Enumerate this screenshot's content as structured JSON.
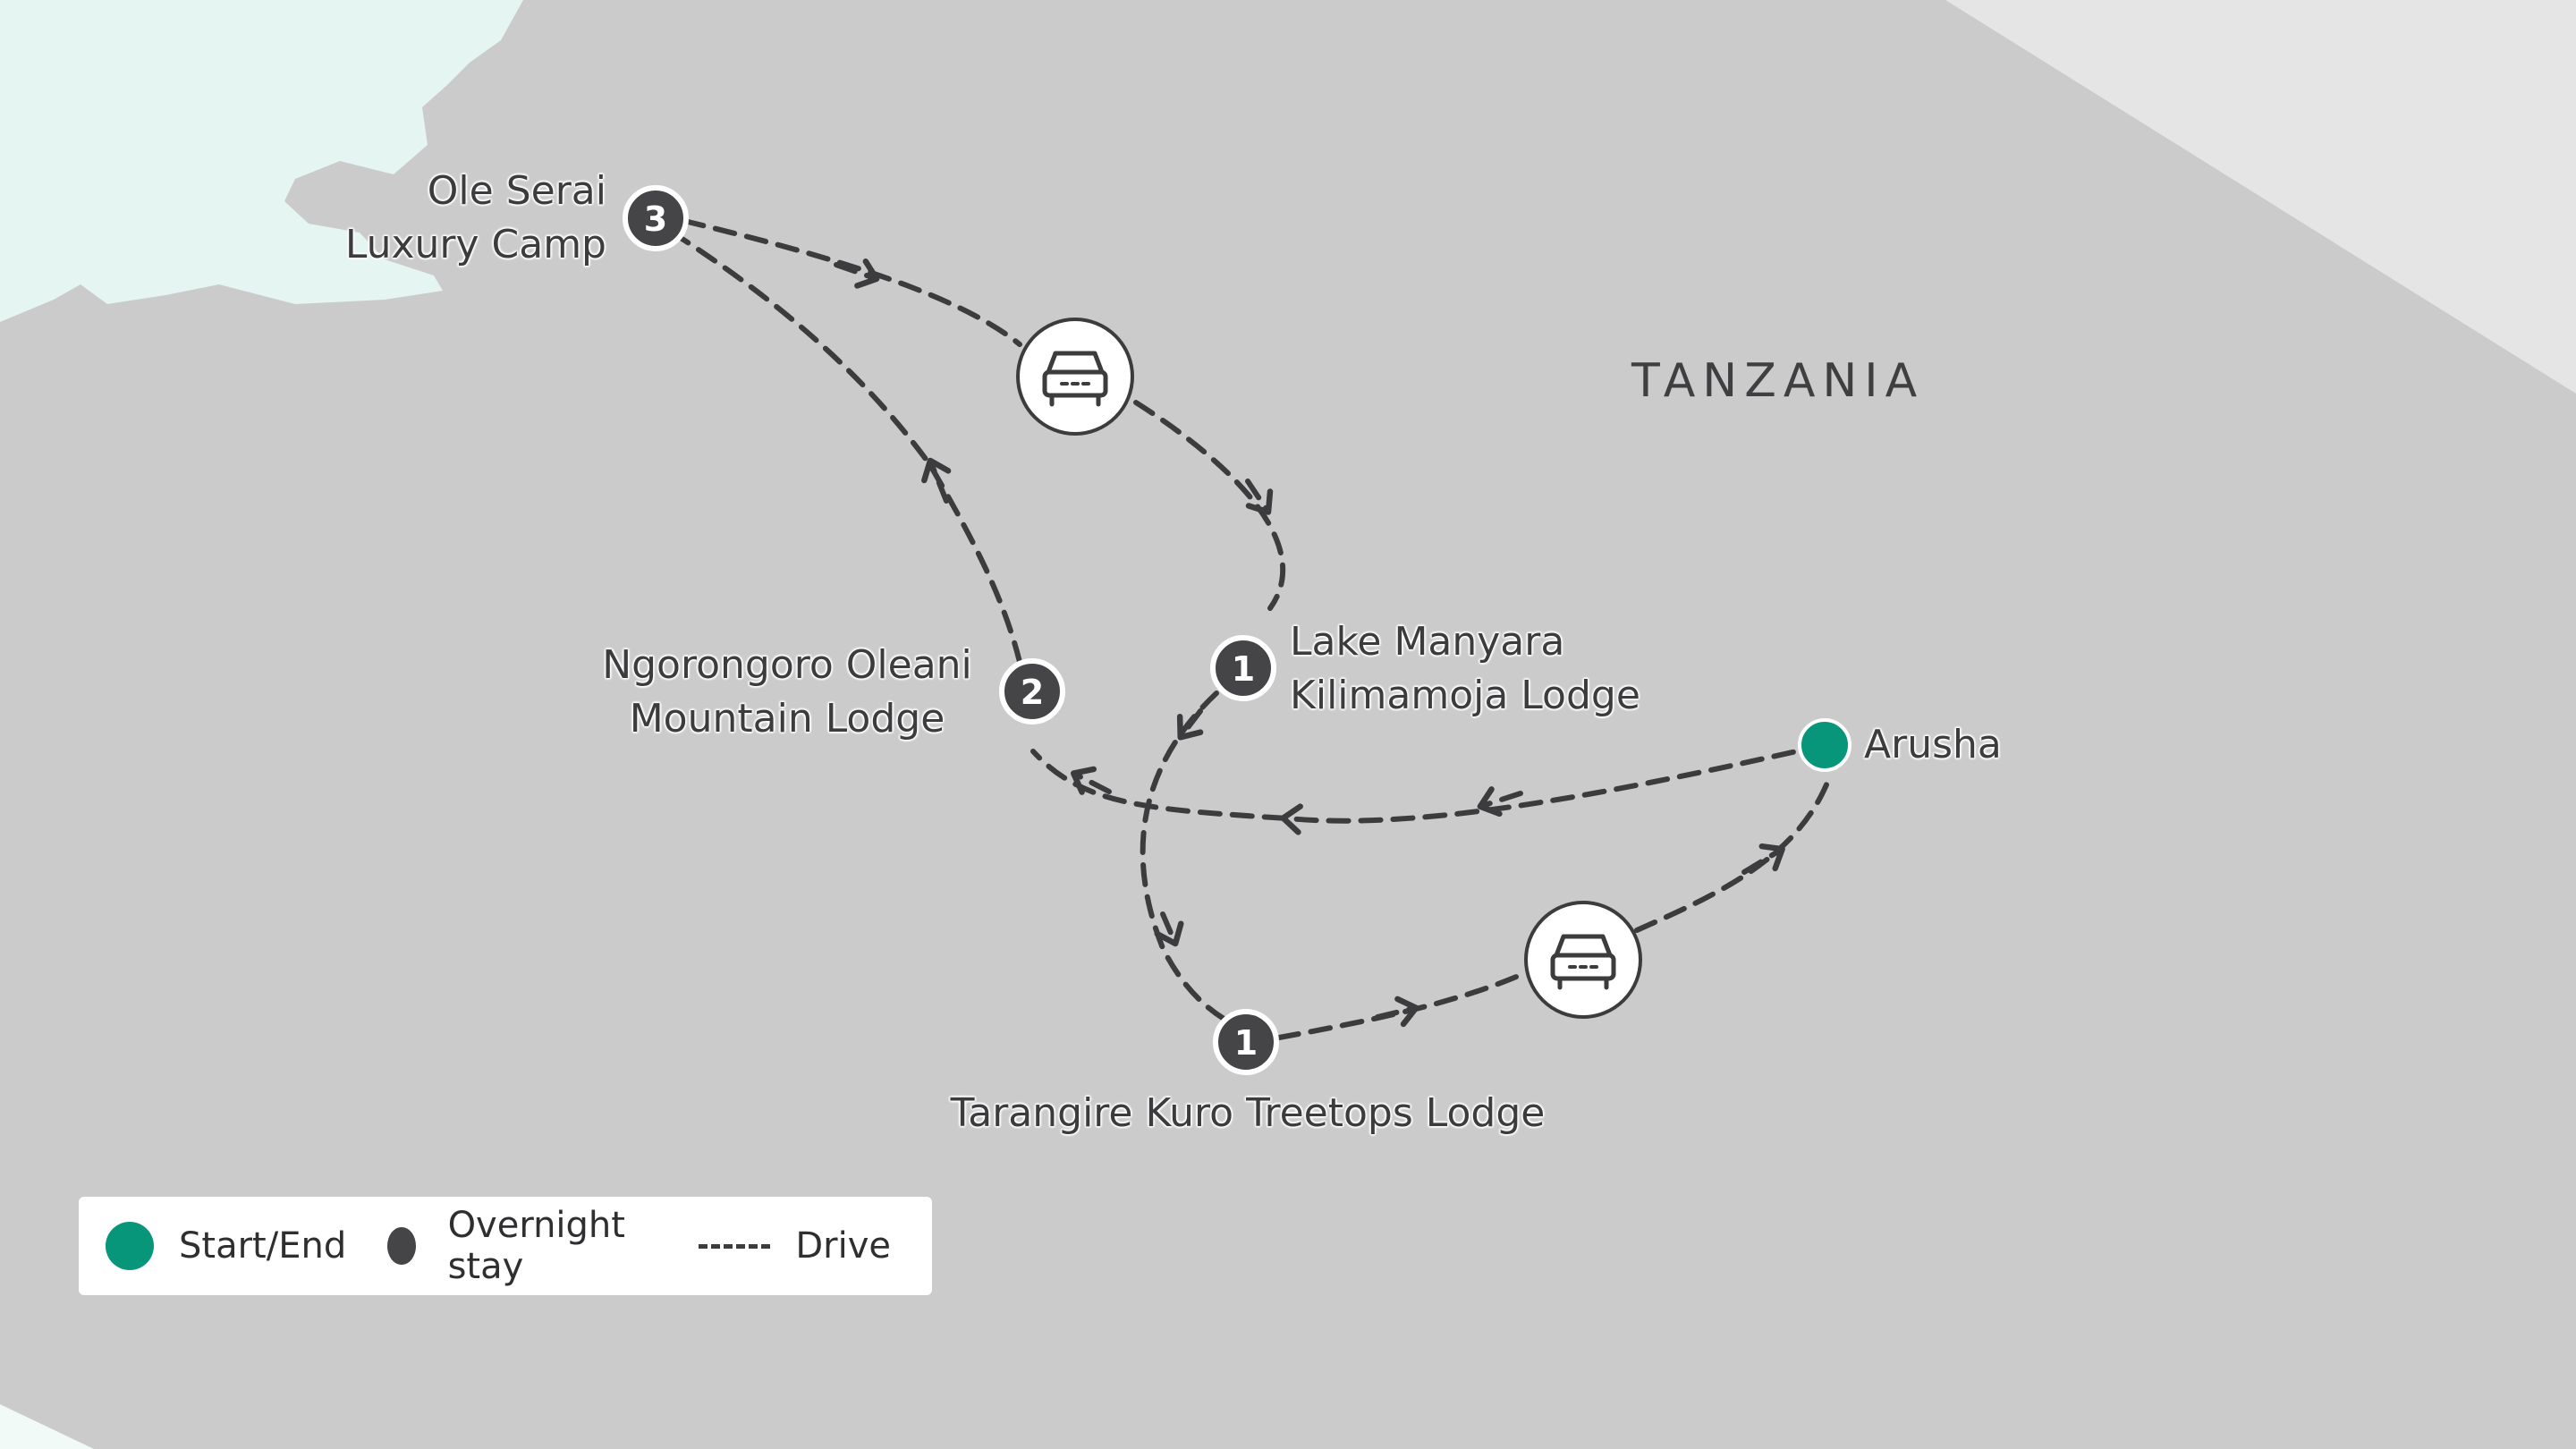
{
  "country": "TANZANIA",
  "colors": {
    "land": "#cbcbcb",
    "water": "#e4f5f2",
    "neighbor": "#e5e5e5",
    "route": "#3c3c3e",
    "start_end": "#08967a",
    "overnight": "#454547"
  },
  "stops": [
    {
      "id": "arusha",
      "type": "start_end",
      "label_lines": [
        "Arusha"
      ]
    },
    {
      "id": "lake-manyara",
      "type": "overnight",
      "nights": "1",
      "label_lines": [
        "Lake Manyara",
        "Kilimamoja Lodge"
      ]
    },
    {
      "id": "ngorongoro",
      "type": "overnight",
      "nights": "2",
      "label_lines": [
        "Ngorongoro Oleani",
        "Mountain Lodge"
      ]
    },
    {
      "id": "ole-serai",
      "type": "overnight",
      "nights": "3",
      "label_lines": [
        "Ole Serai",
        "Luxury Camp"
      ]
    },
    {
      "id": "tarangire",
      "type": "overnight",
      "nights": "1",
      "label_lines": [
        "Tarangire Kuro Treetops Lodge"
      ]
    }
  ],
  "transport_icons": [
    "car-icon",
    "car-icon"
  ],
  "legend": {
    "start_end": "Start/End",
    "overnight": "Overnight stay",
    "drive": "Drive"
  }
}
